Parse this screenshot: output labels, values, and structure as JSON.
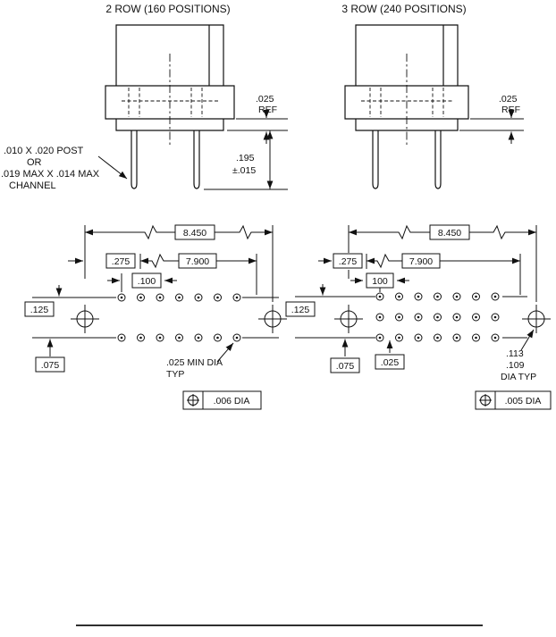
{
  "titles": {
    "left": "2 ROW (160 POSITIONS)",
    "right": "3 ROW (240 POSITIONS)"
  },
  "side_views": {
    "left": {
      "ref_dim_line1": ".025",
      "ref_dim_line2": "REF",
      "height_dim_line1": ".195",
      "height_dim_line2": "±.015",
      "post_label_line1": ".010 X .020 POST",
      "post_label_line2": "OR",
      "post_label_line3": ".019 MAX X .014 MAX",
      "post_label_line4": "CHANNEL"
    },
    "right": {
      "ref_dim_line1": ".025",
      "ref_dim_line2": "REF"
    }
  },
  "footprints": {
    "left": {
      "overall_width": "8.450",
      "edge_offset": ".275",
      "span": "7.900",
      "pitch": ".100",
      "row_offset_top": ".125",
      "row_offset_bottom": ".075",
      "pad_note_line1": ".025 MIN DIA",
      "pad_note_line2": "TYP",
      "tolerance": ".006 DIA"
    },
    "right": {
      "overall_width": "8.450",
      "edge_offset": ".275",
      "span": "7.900",
      "pitch": "100",
      "row_offset_top": ".125",
      "row_offset_bottom": ".075",
      "row_gap": ".025",
      "hole_note_line1": ".113",
      "hole_note_line2": ".109",
      "hole_note_line3": "DIA TYP",
      "tolerance": ".005 DIA"
    }
  },
  "colors": {
    "line": "#111111",
    "background": "#ffffff"
  }
}
